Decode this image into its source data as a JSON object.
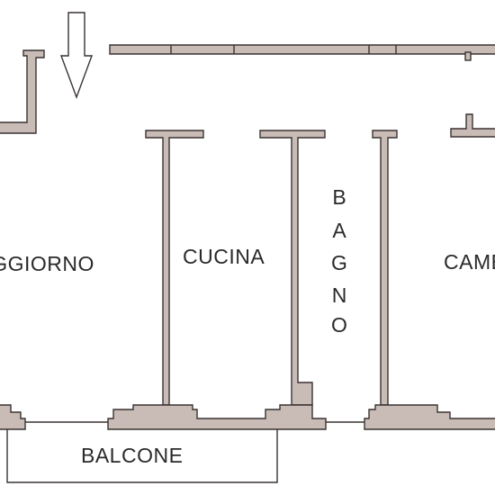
{
  "colors": {
    "wall_fill": "#c9bcb6",
    "wall_stroke": "#3a3232",
    "background": "#ffffff"
  },
  "plan": {
    "rooms": {
      "living": "SOGGIORNO",
      "kitchen": "CUCINA",
      "bathroom": "BAGNO",
      "bathroom_letters": [
        "B",
        "A",
        "G",
        "N",
        "O"
      ],
      "bedroom": "CAMERA",
      "balcony": "BALCONE"
    },
    "entrance_icon": "down-arrow-icon"
  }
}
